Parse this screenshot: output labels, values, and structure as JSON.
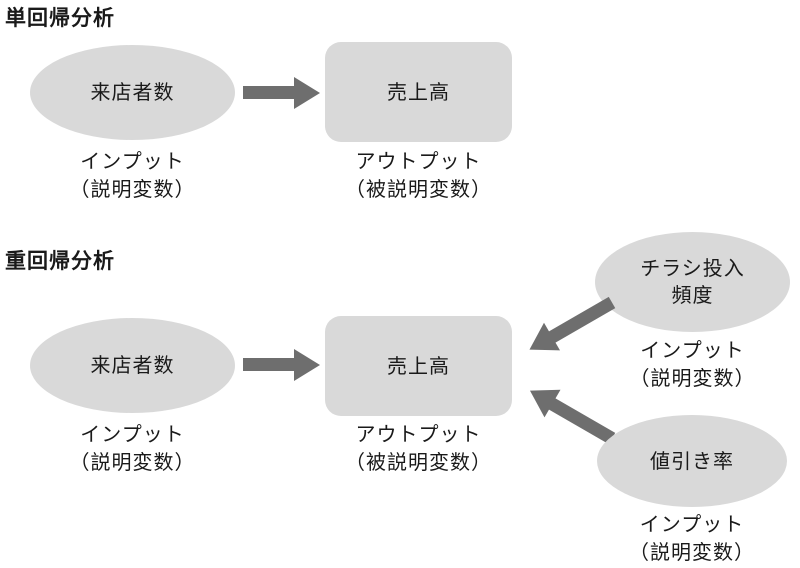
{
  "colors": {
    "shape_fill": "#d9d9d9",
    "arrow": "#6e6e6e",
    "text": "#1a1a1a"
  },
  "sections": {
    "simple": {
      "title": "単回帰分析",
      "nodes": {
        "visitors": {
          "label": "来店者数",
          "caption1": "インプット",
          "caption2": "（説明変数）"
        },
        "sales": {
          "label": "売上高",
          "caption1": "アウトプット",
          "caption2": "（被説明変数）"
        }
      }
    },
    "multiple": {
      "title": "重回帰分析",
      "nodes": {
        "visitors": {
          "label": "来店者数",
          "caption1": "インプット",
          "caption2": "（説明変数）"
        },
        "sales": {
          "label": "売上高",
          "caption1": "アウトプット",
          "caption2": "（被説明変数）"
        },
        "flyer": {
          "label1": "チラシ投入",
          "label2": "頻度",
          "caption1": "インプット",
          "caption2": "（説明変数）"
        },
        "discount": {
          "label": "値引き率",
          "caption1": "インプット",
          "caption2": "（説明変数）"
        }
      }
    }
  }
}
